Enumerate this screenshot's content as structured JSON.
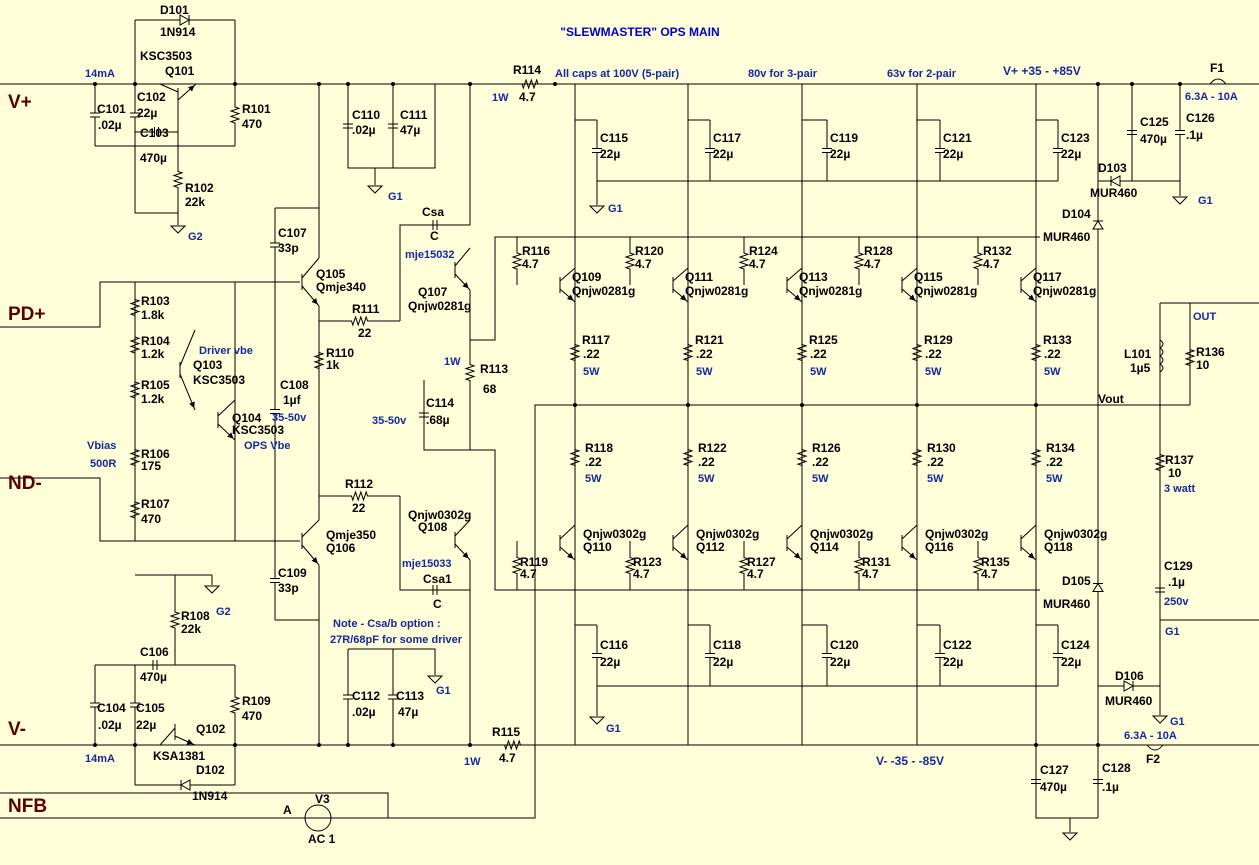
{
  "title": "\"SLEWMASTER\" OPS MAIN",
  "colors": {
    "background": "#fefed8",
    "wire": "#000000",
    "blue_text": "#1428a0",
    "rail_label": "#5a0000",
    "title": "#0000cc"
  },
  "rails": {
    "vplus": "V+",
    "vminus": "V-",
    "pd": "PD+",
    "nd": "ND-",
    "nfb": "NFB",
    "out": "OUT",
    "vout": "Vout",
    "vplus_range": "V+ +35  -  +85V",
    "vminus_range": "V- -35 -  -85V"
  },
  "notes": {
    "all_caps": "All caps at 100V (5-pair)",
    "caps_3pair": "80v for 3-pair",
    "caps_2pair": "63v for 2-pair",
    "csa_note_1": "Note - Csa/b option :",
    "csa_note_2": "27R/68pF for some driver"
  },
  "ground": "G1",
  "ground2": "G2",
  "components": {
    "d101": [
      "D101",
      "1N914"
    ],
    "q101": [
      "KSC3503",
      "Q101"
    ],
    "cur_top": "14mA",
    "c101": [
      "C101",
      ".02µ"
    ],
    "c102": [
      "C102",
      "22µ"
    ],
    "c103": [
      "C103",
      "470µ"
    ],
    "r101": [
      "R101",
      "470"
    ],
    "r102": [
      "R102",
      "22k"
    ],
    "c110": [
      "C110",
      ".02µ"
    ],
    "c111": [
      "C111",
      "47µ"
    ],
    "r114": [
      "R114",
      "4.7"
    ],
    "w1_top": "1W",
    "csa": [
      "Csa",
      "C"
    ],
    "mje15032": "mje15032",
    "q107": [
      "Q107",
      "Qnjw0281g"
    ],
    "c107": [
      "C107",
      "33p"
    ],
    "q105": [
      "Q105",
      "Qmje340"
    ],
    "r111": [
      "R111",
      "22"
    ],
    "r103": [
      "R103",
      "1.8k"
    ],
    "r104": [
      "R104",
      "1.2k"
    ],
    "r105": [
      "R105",
      "1.2k"
    ],
    "driver_vbe": "Driver vbe",
    "q103": [
      "Q103",
      "KSC3503"
    ],
    "q104": [
      "Q104",
      "KSC3503"
    ],
    "ops_vbe": "OPS Vbe",
    "vbias": [
      "Vbias",
      "500R"
    ],
    "r106": [
      "R106",
      "175"
    ],
    "r107": [
      "R107",
      "470"
    ],
    "c108": [
      "C108",
      "1µf",
      "35-50v"
    ],
    "r110": [
      "R110",
      "1k"
    ],
    "w1_mid": "1W",
    "r113": [
      "R113",
      "68"
    ],
    "c114": [
      "C114",
      "35-50v",
      ".68µ"
    ],
    "r112": [
      "R112",
      "22"
    ],
    "q108": [
      "Qnjw0302g",
      "Q108"
    ],
    "mje15033": "mje15033",
    "csa1": [
      "Csa1",
      "C"
    ],
    "q106": [
      "Qmje350",
      "Q106"
    ],
    "c109": [
      "C109",
      "33p"
    ],
    "r108": [
      "R108",
      "22k"
    ],
    "c106": [
      "C106",
      "470µ"
    ],
    "c104": [
      "C104",
      ".02µ"
    ],
    "c105": [
      "C105",
      "22µ"
    ],
    "q102": [
      "Q102",
      "KSA1381"
    ],
    "r109": [
      "R109",
      "470"
    ],
    "cur_bot": "14mA",
    "d102": [
      "D102",
      "1N914"
    ],
    "c112": [
      "C112",
      ".02µ"
    ],
    "c113": [
      "C113",
      "47µ"
    ],
    "r115": [
      "R115",
      "4.7"
    ],
    "w1_bot": "1W",
    "v3": [
      "A",
      "V3",
      "AC 1"
    ],
    "c125": [
      "C125",
      "470µ"
    ],
    "c126": [
      "C126",
      ".1µ"
    ],
    "f1": [
      "F1",
      "6.3A - 10A"
    ],
    "d103": [
      "D103",
      "MUR460"
    ],
    "d104": [
      "D104",
      "MUR460"
    ],
    "l101": [
      "L101",
      "1µ5"
    ],
    "r136": [
      "R136",
      "10"
    ],
    "r137": [
      "R137",
      "10",
      "3 watt"
    ],
    "c129": [
      "C129",
      ".1µ",
      "250v"
    ],
    "d105": [
      "D105",
      "MUR460"
    ],
    "d106": [
      "D106",
      "MUR460"
    ],
    "f2": [
      "6.3A - 10A",
      "F2"
    ],
    "c127": [
      "C127",
      "470µ"
    ],
    "c128": [
      "C128",
      ".1µ"
    ]
  },
  "output_stage": {
    "top_caps": [
      [
        "C115",
        "22µ"
      ],
      [
        "C117",
        "22µ"
      ],
      [
        "C119",
        "22µ"
      ],
      [
        "C121",
        "22µ"
      ],
      [
        "C123",
        "22µ"
      ]
    ],
    "base_res_top": [
      [
        "R116",
        "4.7"
      ],
      [
        "R120",
        "4.7"
      ],
      [
        "R124",
        "4.7"
      ],
      [
        "R128",
        "4.7"
      ],
      [
        "R132",
        "4.7"
      ]
    ],
    "npn": [
      [
        "Q109",
        "Qnjw0281g"
      ],
      [
        "Q111",
        "Qnjw0281g"
      ],
      [
        "Q113",
        "Qnjw0281g"
      ],
      [
        "Q115",
        "Qnjw0281g"
      ],
      [
        "Q117",
        "Qnjw0281g"
      ]
    ],
    "emit_top": [
      [
        "R117",
        ".22",
        "5W"
      ],
      [
        "R121",
        ".22",
        "5W"
      ],
      [
        "R125",
        ".22",
        "5W"
      ],
      [
        "R129",
        ".22",
        "5W"
      ],
      [
        "R133",
        ".22",
        "5W"
      ]
    ],
    "emit_bot": [
      [
        "R118",
        ".22",
        "5W"
      ],
      [
        "R122",
        ".22",
        "5W"
      ],
      [
        "R126",
        ".22",
        "5W"
      ],
      [
        "R130",
        ".22",
        "5W"
      ],
      [
        "R134",
        ".22",
        "5W"
      ]
    ],
    "pnp": [
      [
        "Qnjw0302g",
        "Q110"
      ],
      [
        "Qnjw0302g",
        "Q112"
      ],
      [
        "Qnjw0302g",
        "Q114"
      ],
      [
        "Qnjw0302g",
        "Q116"
      ],
      [
        "Qnjw0302g",
        "Q118"
      ]
    ],
    "base_res_bot": [
      [
        "R119",
        "4.7"
      ],
      [
        "R123",
        "4.7"
      ],
      [
        "R127",
        "4.7"
      ],
      [
        "R131",
        "4.7"
      ],
      [
        "R135",
        "4.7"
      ]
    ],
    "bot_caps": [
      [
        "C116",
        "22µ"
      ],
      [
        "C118",
        "22µ"
      ],
      [
        "C120",
        "22µ"
      ],
      [
        "C122",
        "22µ"
      ],
      [
        "C124",
        "22µ"
      ]
    ]
  }
}
